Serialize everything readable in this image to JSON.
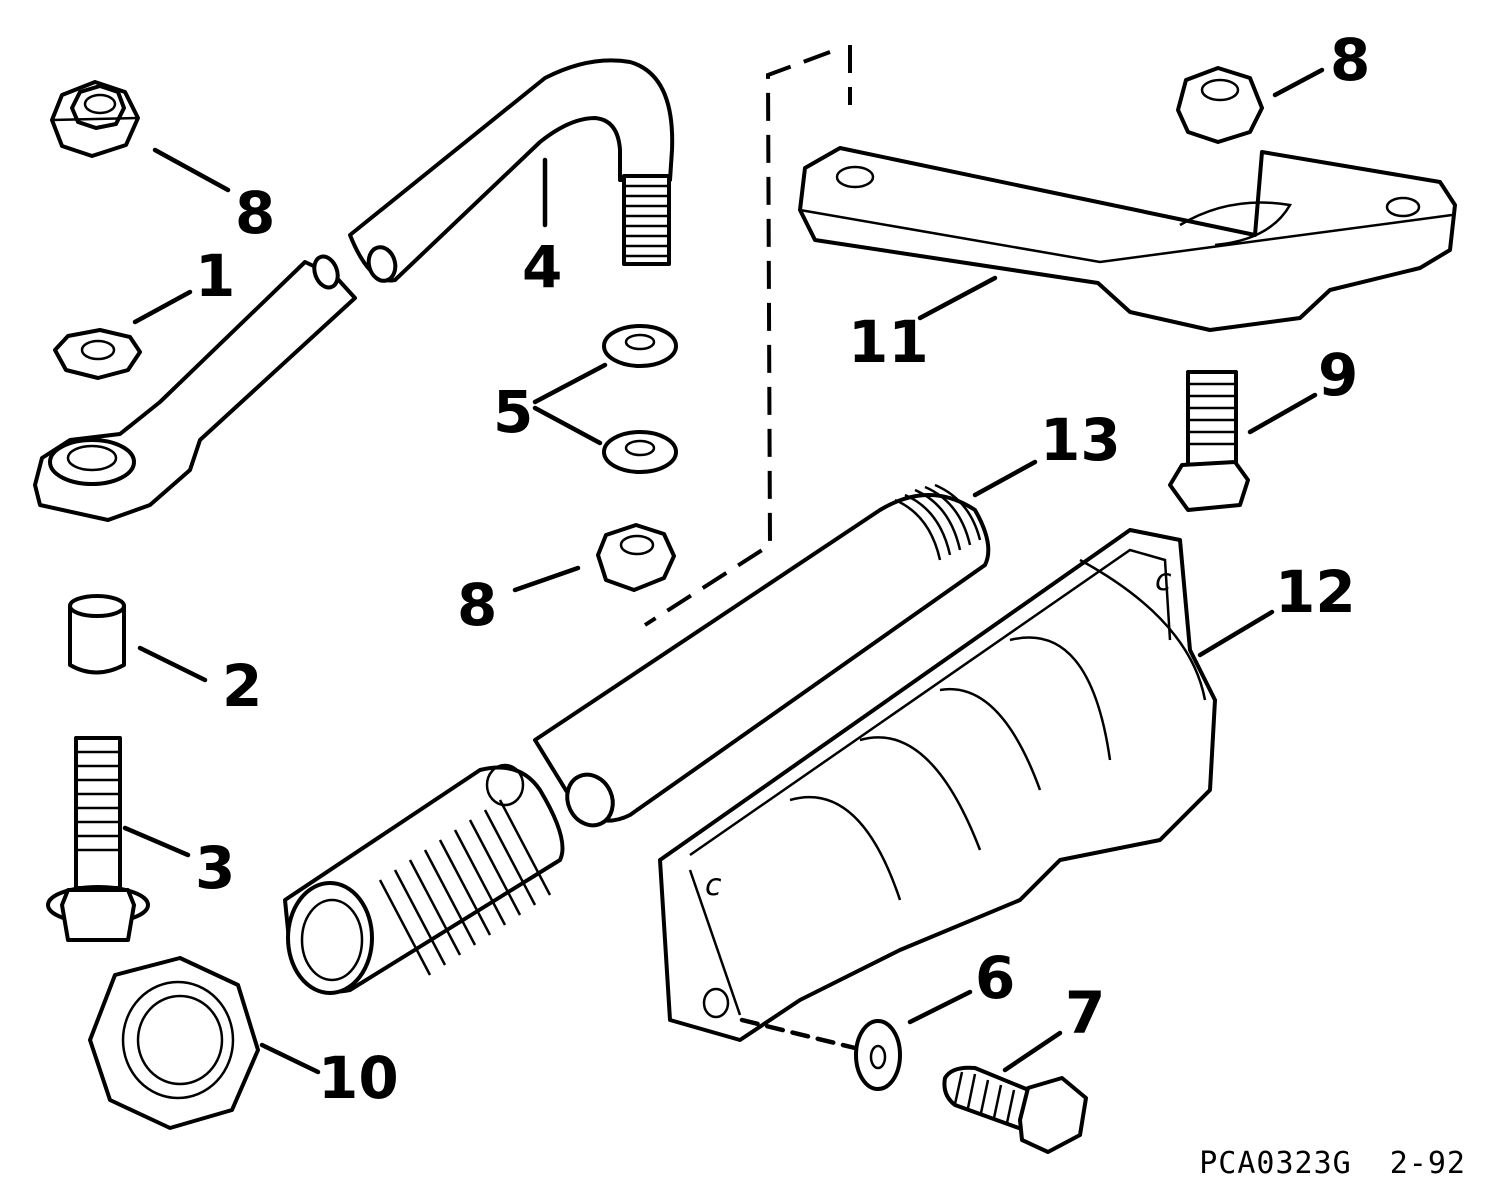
{
  "diagram": {
    "callouts": {
      "c1": "1",
      "c2": "2",
      "c3": "3",
      "c4": "4",
      "c5": "5",
      "c6": "6",
      "c7": "7",
      "c8a": "8",
      "c8b": "8",
      "c8c": "8",
      "c9": "9",
      "c10": "10",
      "c11": "11",
      "c12": "12",
      "c13": "13"
    }
  },
  "footer": {
    "code": "PCA0323G",
    "date": "2-92"
  }
}
